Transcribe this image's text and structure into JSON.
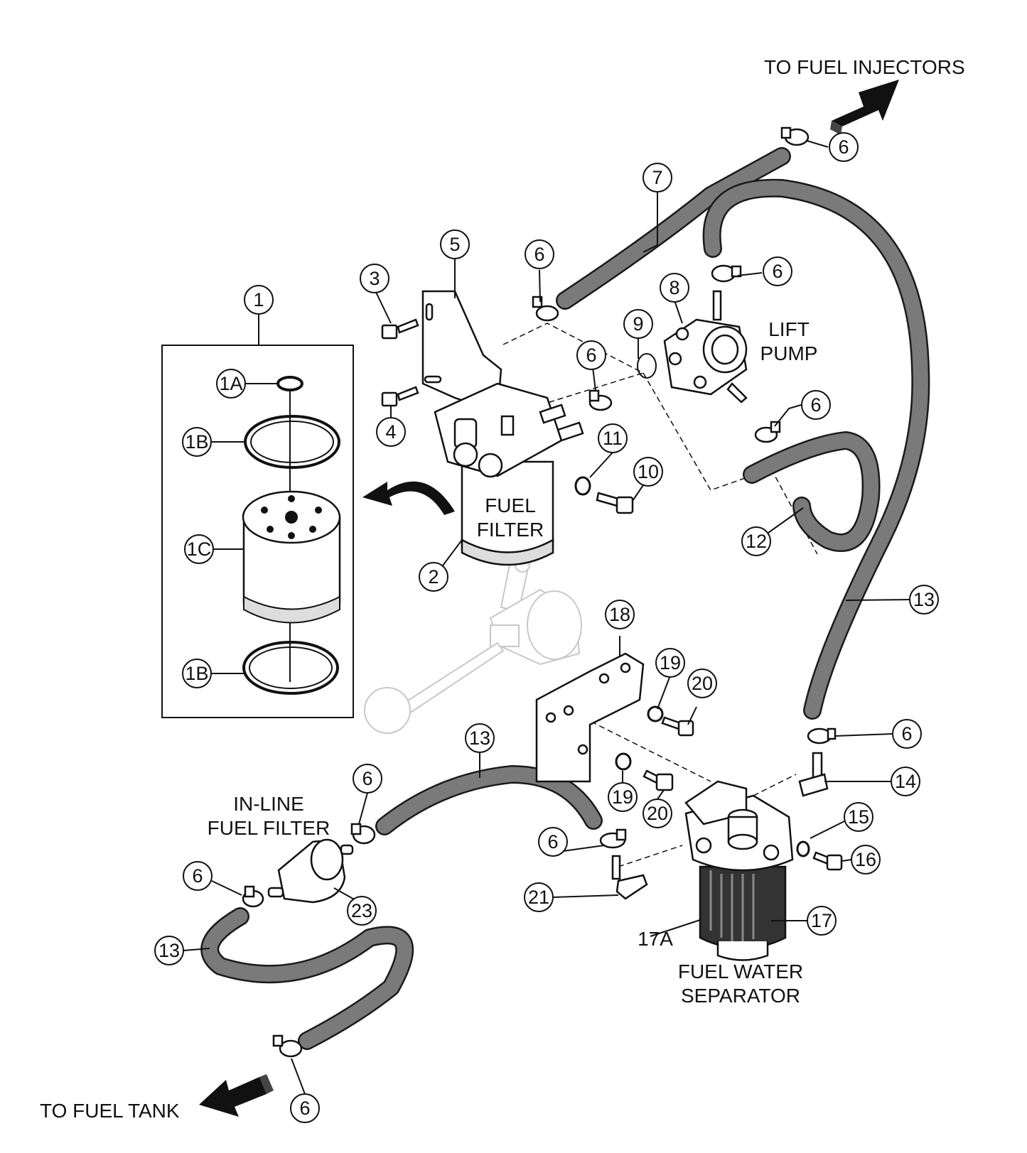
{
  "colors": {
    "ink": "#111111",
    "hose_fill": "#7a7a7a",
    "hose_outline": "#1a1a1a",
    "ghost_part": "#c8c8c8",
    "part_fill": "#ececec",
    "arrow_fill": "#111111"
  },
  "labels": {
    "to_fuel_injectors": "TO FUEL INJECTORS",
    "to_fuel_tank": "TO FUEL TANK",
    "lift_pump_l1": "LIFT",
    "lift_pump_l2": "PUMP",
    "fuel_filter_l1": "FUEL",
    "fuel_filter_l2": "FILTER",
    "inline_filter_l1": "IN-LINE",
    "inline_filter_l2": "FUEL FILTER",
    "fws_l1": "FUEL WATER",
    "fws_l2": "SEPARATOR",
    "part_17a": "17A"
  },
  "callouts": {
    "c1": "1",
    "c1a": "1A",
    "c1b_top": "1B",
    "c1c": "1C",
    "c1b_bottom": "1B",
    "c2": "2",
    "c3": "3",
    "c4": "4",
    "c5": "5",
    "c6_injector": "6",
    "c6_bracket": "6",
    "c6_pump_top": "6",
    "c6_filter": "6",
    "c6_pump_side": "6",
    "c6_tee": "6",
    "c6_inline": "6",
    "c6_separator": "6",
    "c6_inline_left": "6",
    "c6_tank": "6",
    "c7": "7",
    "c8": "8",
    "c9": "9",
    "c10": "10",
    "c11": "11",
    "c12": "12",
    "c13_right": "13",
    "c13_mid": "13",
    "c13_left": "13",
    "c14": "14",
    "c15": "15",
    "c16": "16",
    "c17": "17",
    "c18": "18",
    "c19_top": "19",
    "c19_bottom": "19",
    "c20_top": "20",
    "c20_bottom": "20",
    "c21": "21",
    "c23": "23"
  }
}
